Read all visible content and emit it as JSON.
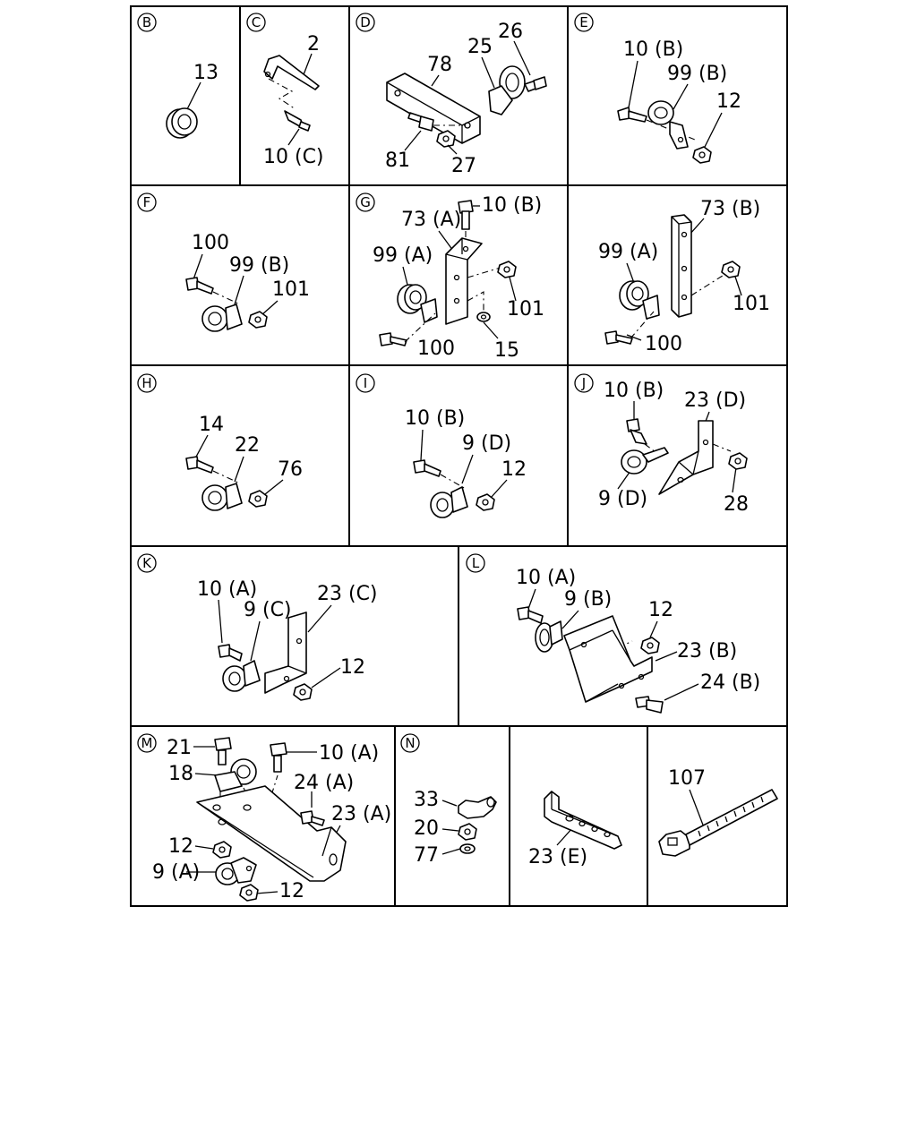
{
  "sections": {
    "B": {
      "letter": "B",
      "labels": [
        "13"
      ]
    },
    "C": {
      "letter": "C",
      "labels": [
        "2",
        "10 (C)"
      ]
    },
    "D": {
      "letter": "D",
      "labels": [
        "26",
        "25",
        "78",
        "81",
        "27"
      ]
    },
    "E": {
      "letter": "E",
      "labels": [
        "10 (B)",
        "99 (B)",
        "12"
      ]
    },
    "F": {
      "letter": "F",
      "labels": [
        "100",
        "99 (B)",
        "101"
      ]
    },
    "G": {
      "letter": "G",
      "labels": [
        "10 (B)",
        "73 (A)",
        "99 (A)",
        "101",
        "100",
        "15"
      ]
    },
    "G2": {
      "labels": [
        "73 (B)",
        "99 (A)",
        "101",
        "100"
      ]
    },
    "H": {
      "letter": "H",
      "labels": [
        "14",
        "22",
        "76"
      ]
    },
    "I": {
      "letter": "I",
      "labels": [
        "10 (B)",
        "9 (D)",
        "12"
      ]
    },
    "J": {
      "letter": "J",
      "labels": [
        "10 (B)",
        "23 (D)",
        "9 (D)",
        "28"
      ]
    },
    "K": {
      "letter": "K",
      "labels": [
        "10 (A)",
        "9 (C)",
        "23 (C)",
        "12"
      ]
    },
    "L": {
      "letter": "L",
      "labels": [
        "10 (A)",
        "9 (B)",
        "12",
        "23 (B)",
        "24 (B)"
      ]
    },
    "M": {
      "letter": "M",
      "labels": [
        "21",
        "10 (A)",
        "18",
        "24 (A)",
        "23 (A)",
        "12",
        "9 (A)",
        "12"
      ]
    },
    "N": {
      "letter": "N",
      "labels": [
        "33",
        "20",
        "77"
      ]
    },
    "N2": {
      "labels": [
        "23 (E)"
      ]
    },
    "N3": {
      "labels": [
        "107"
      ]
    }
  }
}
